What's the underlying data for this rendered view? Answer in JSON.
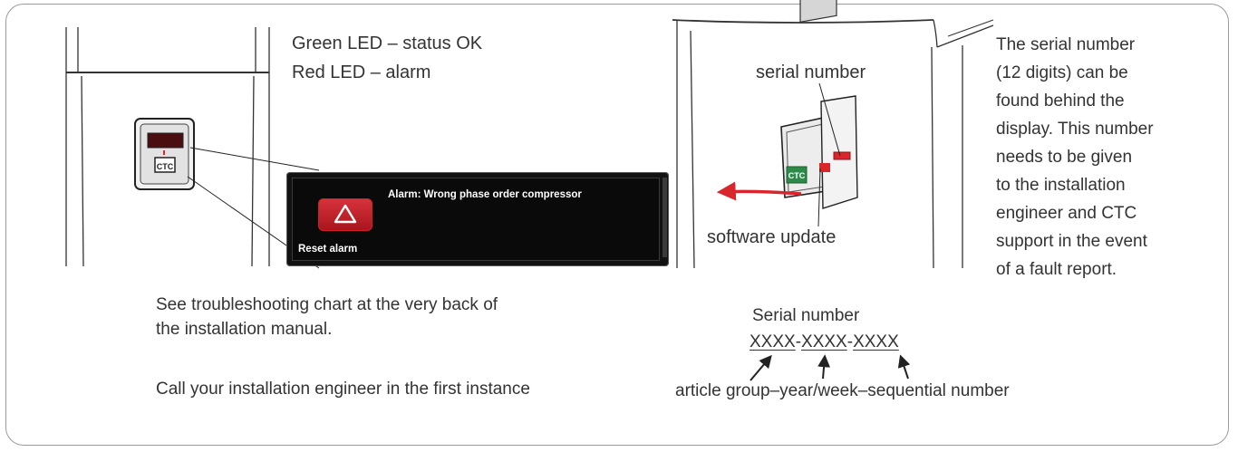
{
  "led_legend": {
    "green": "Green LED – status OK",
    "red": "Red LED – alarm"
  },
  "alarm_screen": {
    "message": "Alarm: Wrong phase order compressor",
    "reset_label": "Reset alarm",
    "colors": {
      "alarm_red": "#c8232b",
      "screen_bg": "#121212"
    }
  },
  "left_panel": {
    "logo_text": "CTC",
    "troubleshooting": "See troubleshooting chart at the very back of the installation manual.",
    "call_engineer": "Call your installation engineer in the first instance"
  },
  "right_panel": {
    "serial_number_label": "serial number",
    "software_update_label": "software update",
    "logo_text": "CTC",
    "serial_info_lines": [
      "The serial number",
      "(12 digits) can be",
      "found behind the",
      "display. This number",
      "needs to be given",
      "to the installation",
      "engineer and CTC",
      "support in the event",
      "of a fault report."
    ]
  },
  "serial_format": {
    "heading": "Serial number",
    "groups": [
      "XXXX",
      "XXXX",
      "XXXX"
    ],
    "separator": "-",
    "legend": "article group–year/week–sequential number"
  },
  "icons": [
    "warning-triangle-icon",
    "rotate-arrow-icon"
  ]
}
